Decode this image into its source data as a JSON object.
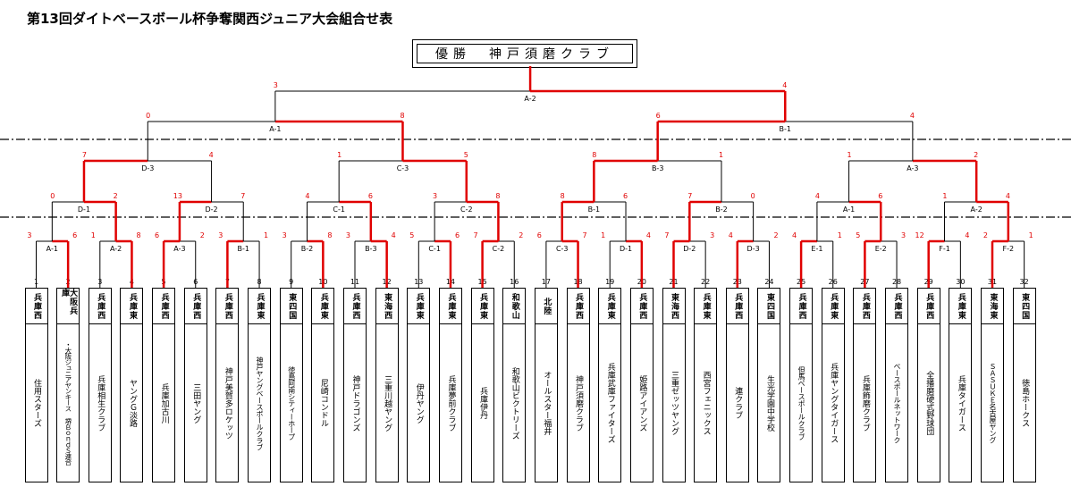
{
  "title": "第13回ダイトベースボール杯争奪関西ジュニア大会組合せ表",
  "champion": "優勝　神戸須磨クラブ",
  "teams": [
    {
      "num": "1",
      "pref": "兵庫西",
      "name": "住用スターズ"
    },
    {
      "num": "2",
      "pref": "大阪兵庫",
      "name": "・大阪ジュニアヤンキース 堺ＢｏｎｄＳ連合"
    },
    {
      "num": "3",
      "pref": "兵庫西",
      "name": "兵庫相生クラブ"
    },
    {
      "num": "4",
      "pref": "兵庫東",
      "name": "ヤングＧ淡路"
    },
    {
      "num": "5",
      "pref": "兵庫西",
      "name": "兵庫加古川"
    },
    {
      "num": "6",
      "pref": "兵庫西",
      "name": "三田ヤング"
    },
    {
      "num": "7",
      "pref": "兵庫西",
      "name": "神戸美賀多ロケッツ"
    },
    {
      "num": "8",
      "pref": "兵庫東",
      "name": "神戸ヤングベースボールクラブ"
    },
    {
      "num": "9",
      "pref": "東四国",
      "name": "徳島阿南シティーホープ"
    },
    {
      "num": "10",
      "pref": "兵庫東",
      "name": "尼崎コンドル"
    },
    {
      "num": "11",
      "pref": "兵庫西",
      "name": "神戸ドラゴンズ"
    },
    {
      "num": "12",
      "pref": "東海西",
      "name": "三重川越ヤング"
    },
    {
      "num": "13",
      "pref": "兵庫東",
      "name": "伊丹ヤング"
    },
    {
      "num": "14",
      "pref": "兵庫東",
      "name": "兵庫夢前クラブ"
    },
    {
      "num": "15",
      "pref": "兵庫東",
      "name": "兵庫伊丹"
    },
    {
      "num": "16",
      "pref": "和歌山",
      "name": "和歌山ビクトリーズ"
    },
    {
      "num": "17",
      "pref": "北陸",
      "name": "オールスター福井"
    },
    {
      "num": "18",
      "pref": "兵庫西",
      "name": "神戸須磨クラブ"
    },
    {
      "num": "19",
      "pref": "兵庫東",
      "name": "兵庫武庫ファイターズ"
    },
    {
      "num": "20",
      "pref": "兵庫西",
      "name": "姫路アイアンズ"
    },
    {
      "num": "21",
      "pref": "東海西",
      "name": "三重ゼッツヤング"
    },
    {
      "num": "22",
      "pref": "兵庫東",
      "name": "西宮フェニックス"
    },
    {
      "num": "23",
      "pref": "兵庫西",
      "name": "連クラブ"
    },
    {
      "num": "24",
      "pref": "東四国",
      "name": "生光学園中学校"
    },
    {
      "num": "25",
      "pref": "兵庫西",
      "name": "但馬ベースボールクラブ"
    },
    {
      "num": "26",
      "pref": "兵庫東",
      "name": "兵庫ヤングタイガース"
    },
    {
      "num": "27",
      "pref": "兵庫西",
      "name": "兵庫飾磨クラブ"
    },
    {
      "num": "28",
      "pref": "兵庫西",
      "name": "ベースボールネットワーク"
    },
    {
      "num": "29",
      "pref": "兵庫西",
      "name": "全播磨硬式野球団"
    },
    {
      "num": "30",
      "pref": "兵庫東",
      "name": "兵庫タイガース"
    },
    {
      "num": "31",
      "pref": "東海東",
      "name": "ＳＡＳＵＫＥ名古屋ヤング"
    },
    {
      "num": "32",
      "pref": "東四国",
      "name": "徳島ホークス"
    }
  ],
  "matches": [
    {
      "label": "A-1",
      "l": "3",
      "r": "6"
    },
    {
      "label": "A-2",
      "l": "1",
      "r": "8"
    },
    {
      "label": "A-3",
      "l": "6",
      "r": "2"
    },
    {
      "label": "B-1",
      "l": "3",
      "r": "1"
    },
    {
      "label": "B-2",
      "l": "3",
      "r": "8"
    },
    {
      "label": "B-3",
      "l": "3",
      "r": "4"
    },
    {
      "label": "C-1",
      "l": "5",
      "r": "6"
    },
    {
      "label": "C-2",
      "l": "7",
      "r": "2"
    },
    {
      "label": "C-3",
      "l": "6",
      "r": "7"
    },
    {
      "label": "D-1",
      "l": "1",
      "r": "4"
    },
    {
      "label": "D-2",
      "l": "7",
      "r": "3"
    },
    {
      "label": "D-3",
      "l": "4",
      "r": "2"
    },
    {
      "label": "E-1",
      "l": "4",
      "r": "1"
    },
    {
      "label": "E-2",
      "l": "5",
      "r": "3"
    },
    {
      "label": "F-1",
      "l": "12",
      "r": "4"
    },
    {
      "label": "F-2",
      "l": "2",
      "r": "1"
    },
    {
      "label": "D-1",
      "l": "0",
      "r": "2"
    },
    {
      "label": "D-2",
      "l": "13",
      "r": "7"
    },
    {
      "label": "C-1",
      "l": "4",
      "r": "6"
    },
    {
      "label": "C-2",
      "l": "3",
      "r": "8"
    },
    {
      "label": "B-1",
      "l": "8",
      "r": "6"
    },
    {
      "label": "B-2",
      "l": "7",
      "r": "0"
    },
    {
      "label": "A-1",
      "l": "4",
      "r": "6"
    },
    {
      "label": "A-2",
      "l": "1",
      "r": "4"
    },
    {
      "label": "D-3",
      "l": "7",
      "r": "4"
    },
    {
      "label": "C-3",
      "l": "1",
      "r": "5"
    },
    {
      "label": "B-3",
      "l": "8",
      "r": "1"
    },
    {
      "label": "A-3",
      "l": "1",
      "r": "2"
    },
    {
      "label": "A-1",
      "l": "0",
      "r": "8"
    },
    {
      "label": "B-1",
      "l": "6",
      "r": "4"
    },
    {
      "label": "A-2",
      "l": "3",
      "r": "4"
    }
  ],
  "colors": {
    "win": "#e00000",
    "line": "#000000"
  }
}
